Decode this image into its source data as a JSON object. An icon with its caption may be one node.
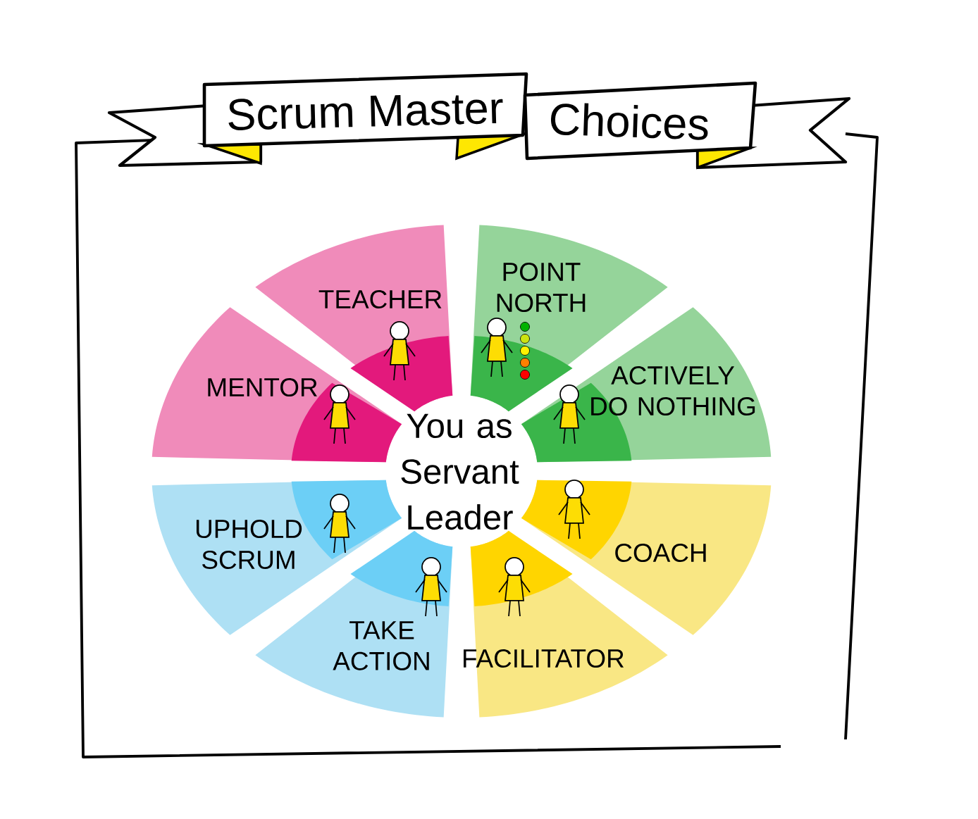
{
  "diagram": {
    "nodes": [
      {
        "text": [
          "Scrum Master"
        ]
      },
      {
        "text": [
          "Choices"
        ]
      },
      {
        "text": [
          "You as Servant Leader"
        ]
      },
      {
        "text": [
          "TEACHER"
        ]
      },
      {
        "text": [
          "POINT NORTH"
        ]
      },
      {
        "text": [
          "ACTIVELY DO NOTHING"
        ]
      },
      {
        "text": [
          "COACH"
        ]
      },
      {
        "text": [
          "FACILITATOR"
        ]
      },
      {
        "text": [
          "TAKE ACTION"
        ]
      },
      {
        "text": [
          "UPHOLD SCRUM"
        ]
      },
      {
        "text": [
          "MENTOR"
        ]
      }
    ]
  }
}
